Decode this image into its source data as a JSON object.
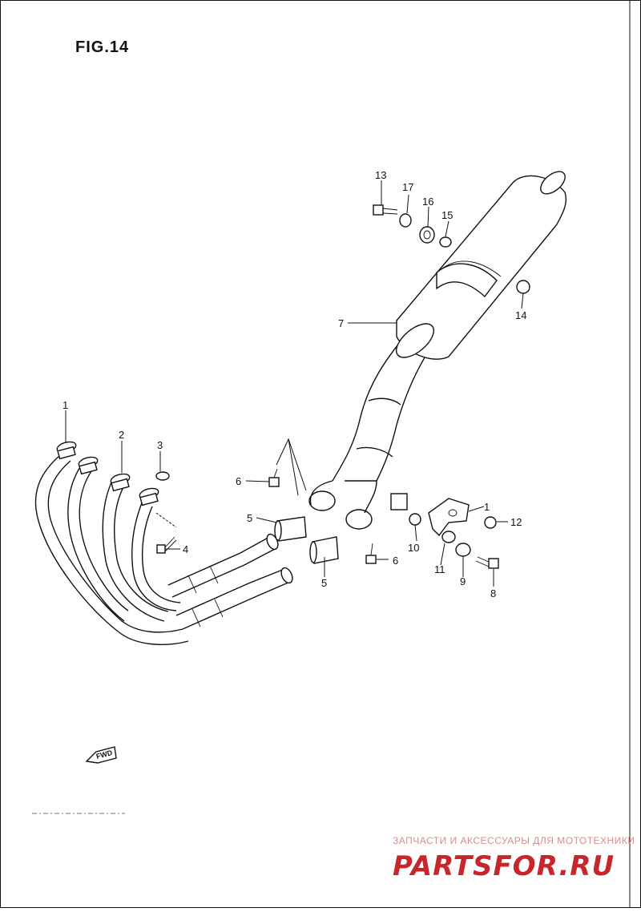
{
  "figure": {
    "title": "FIG.14"
  },
  "callouts": [
    {
      "number": "1"
    },
    {
      "number": "2"
    },
    {
      "number": "3"
    },
    {
      "number": "4"
    },
    {
      "number": "5"
    },
    {
      "number": "5"
    },
    {
      "number": "6"
    },
    {
      "number": "6"
    },
    {
      "number": "7"
    },
    {
      "number": "8"
    },
    {
      "number": "9"
    },
    {
      "number": "10"
    },
    {
      "number": "11"
    },
    {
      "number": "12"
    },
    {
      "number": "13"
    },
    {
      "number": "14"
    },
    {
      "number": "15"
    },
    {
      "number": "16"
    },
    {
      "number": "17"
    },
    {
      "number": "1"
    }
  ],
  "fwd_marker": {
    "label": "FWD"
  },
  "watermark": {
    "tagline": "ЗАПЧАСТИ И АКСЕССУАРЫ ДЛЯ МОТОТЕХНИКИ",
    "logo": "PARTSFOR.RU",
    "color": "#c7262b"
  }
}
